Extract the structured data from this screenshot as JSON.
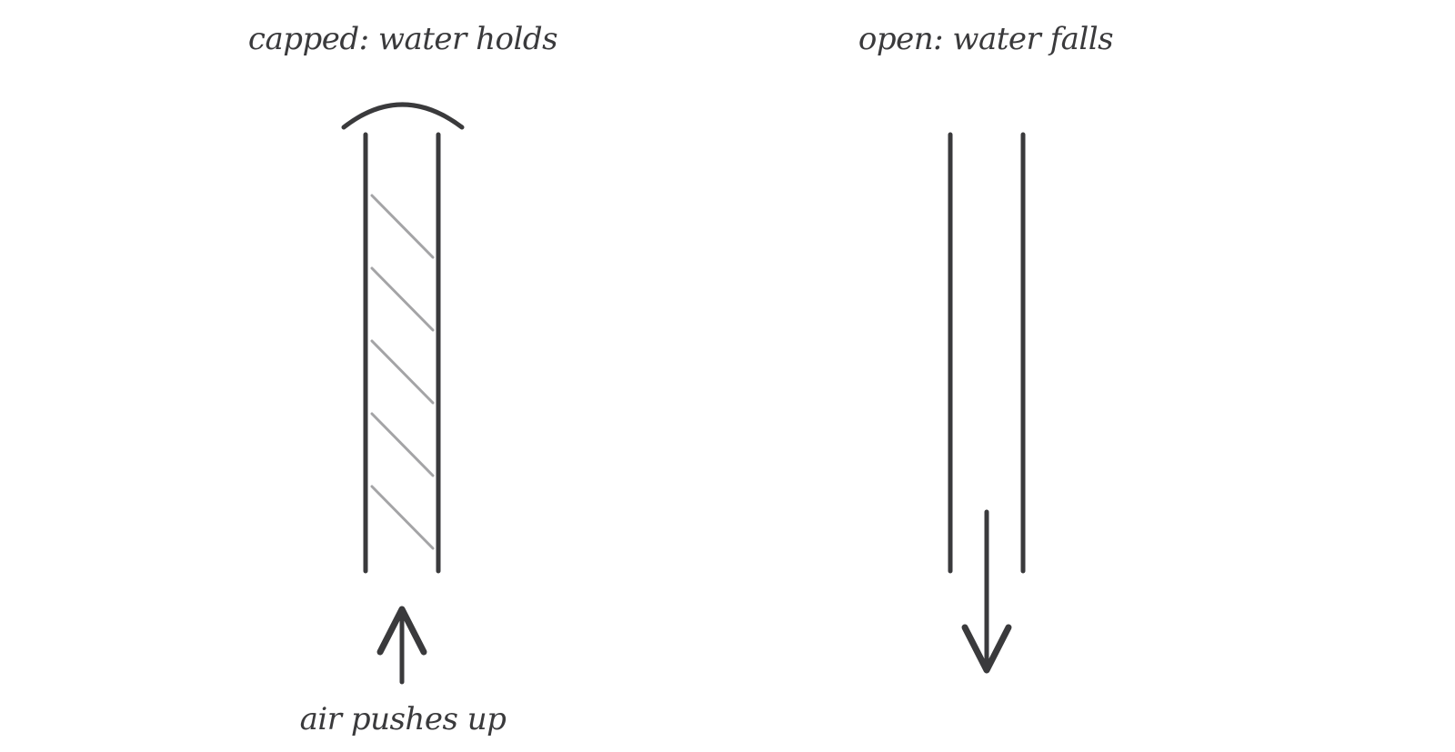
{
  "labels": {
    "capped": "capped: water holds",
    "open": "open: water falls",
    "air": "air pushes up"
  },
  "colors": {
    "stroke": "#3a3a3c",
    "water_hatch": "#a4a4a6",
    "background": "#ffffff"
  }
}
